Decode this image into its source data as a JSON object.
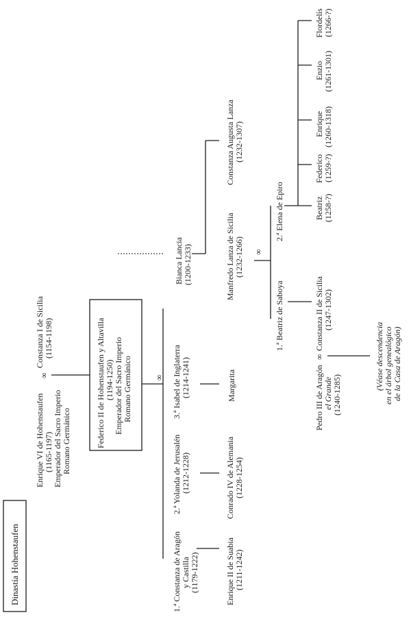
{
  "title": "Dinastía Hohenstaufen",
  "marriage_symbol": "∞",
  "persons": {
    "enrique_vi": [
      "Enrique VI de Hohenstaufen",
      "(1165-1197)",
      "Emperador del Sacro Imperio",
      "Romano Germánico"
    ],
    "constanza_i": [
      "Constanza I de Sicilia",
      "(1154-1198)"
    ],
    "federico_ii": [
      "Federico II de Hohenstaufen y Altavilla",
      "(1194-1250)",
      "Emperador del Sacro Imperio",
      "Romano Germánico"
    ],
    "bianca": [
      "Bianca Lancia",
      "(1200-1233)"
    ],
    "constanza_aragon": [
      "1.ª Constanza de Aragón",
      "y Castilla",
      "(1179-1222)"
    ],
    "yolanda": [
      "2.ª Yolanda de Jerusalén",
      "(1212-1228)"
    ],
    "isabel": [
      "3.ª Isabel de Inglaterra",
      "(1214-1241)"
    ],
    "enrique_ii": [
      "Enrique II de Suabia",
      "(1211-1242)"
    ],
    "conrado_iv": [
      "Conrado IV de Alemania",
      "(1228-1254)"
    ],
    "margarita": [
      "Margarita"
    ],
    "manfredo": [
      "Manfredo Lanza de Sicilia",
      "(1232-1266)"
    ],
    "constanza_augusta": [
      "Constanza Augusta Lanza",
      "(1232-1307)"
    ],
    "beatriz_saboya": [
      "1.ª Beatriz de Saboya"
    ],
    "elena_epiro": [
      "2.ª Elena de Epiro"
    ],
    "constanza_ii": [
      "Constanza II de Sicilia",
      "(1247-1302)"
    ],
    "pedro_iii": [
      "Pedro III de Aragón",
      "el Grande",
      "(1240-1285)"
    ],
    "beatriz": [
      "Beatriz",
      "(1258-?)"
    ],
    "federico": [
      "Federico",
      "(1259-?)"
    ],
    "enrique": [
      "Enrique",
      "(1260-1318)"
    ],
    "enzio": [
      "Enzio",
      "(1261-1301)"
    ],
    "flordelis": [
      "Flordelís",
      "(1266-?)"
    ]
  },
  "note": [
    "(Véase descendencia",
    "en el árbol genealógico",
    "de la Casa de Aragón)"
  ]
}
